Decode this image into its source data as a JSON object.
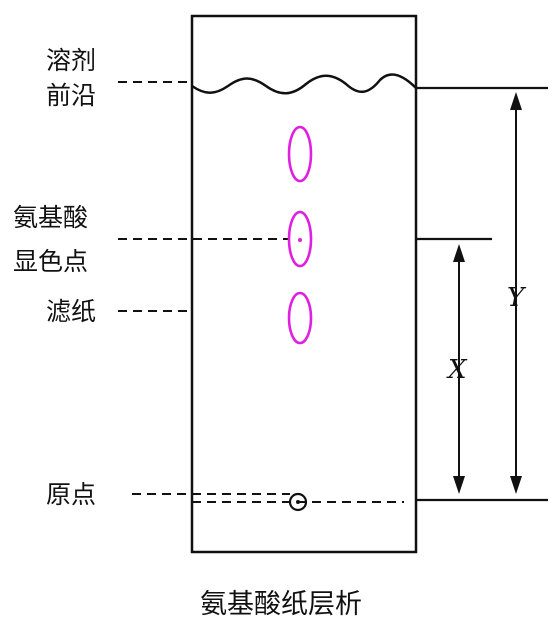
{
  "labels": {
    "solvent_front_line1": "溶剂",
    "solvent_front_line2": "前沿",
    "spot_line1": "氨基酸",
    "spot_line2": "显色点",
    "filter_paper": "滤纸",
    "origin": "原点"
  },
  "distances": {
    "x": "X",
    "y": "Y"
  },
  "caption": "氨基酸纸层析",
  "colors": {
    "stroke": "#111111",
    "spot": "#e020e0"
  }
}
